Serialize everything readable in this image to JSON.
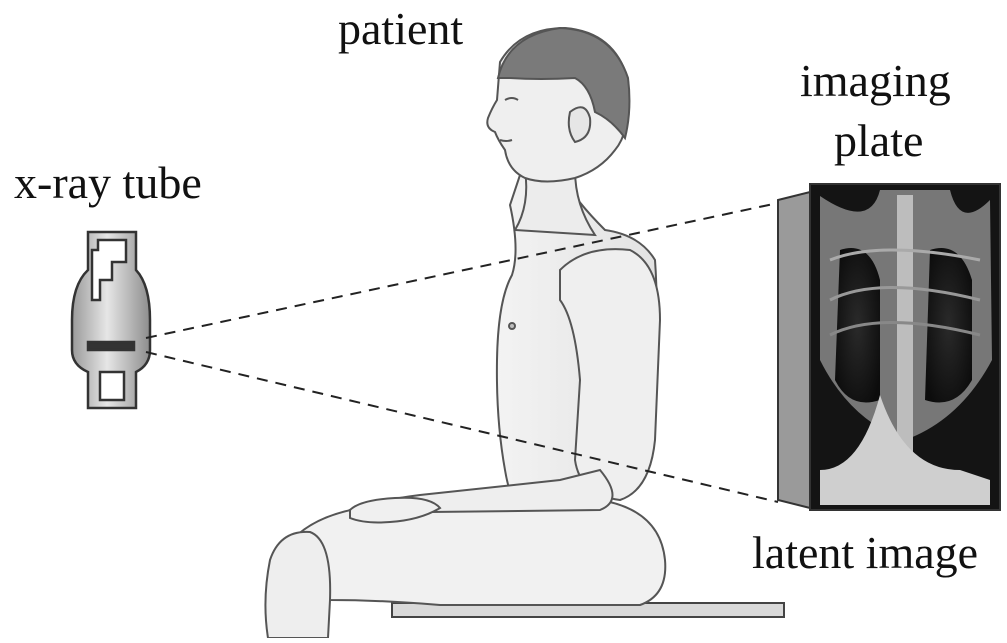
{
  "labels": {
    "patient": "patient",
    "imaging_line1": "imaging",
    "imaging_line2": "plate",
    "xray_tube": "x-ray tube",
    "latent_image": "latent image"
  },
  "colors": {
    "figure_fill": "#ececec",
    "figure_stroke": "#555555",
    "hair": "#7a7a7a",
    "tube_fill": "#c8c8c8",
    "plate_frame": "#9a9a9a",
    "plate_dark": "#141414",
    "beam_line": "#222222"
  }
}
